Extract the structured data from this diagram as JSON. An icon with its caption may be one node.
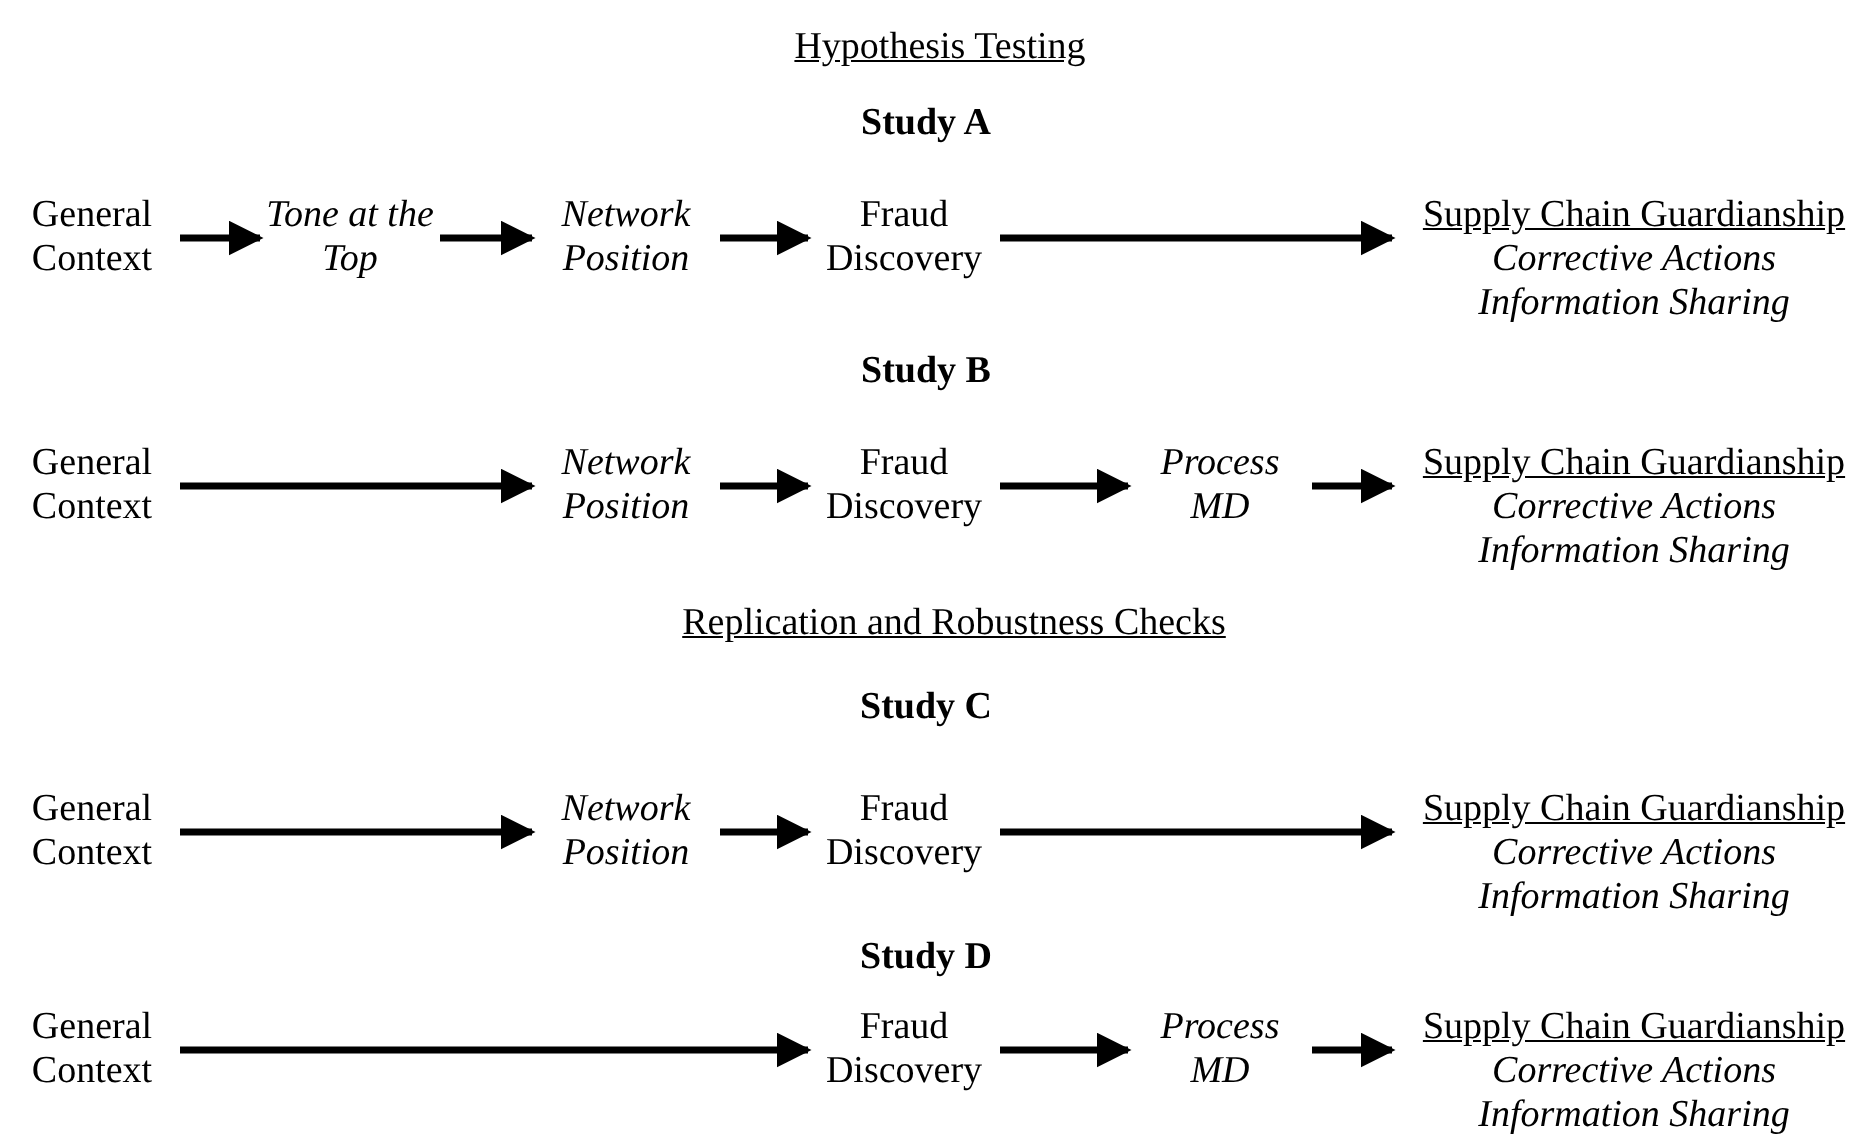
{
  "diagram": {
    "nodes": [
      {
        "text": [
          "General Context"
        ]
      },
      {
        "text": [
          "Tone at the Top"
        ]
      },
      {
        "text": [
          "Network Position"
        ]
      },
      {
        "text": [
          "Fraud Discovery"
        ]
      },
      {
        "text": [
          "Supply Chain Guardianship",
          "Corrective Actions",
          "Information Sharing"
        ]
      },
      {
        "text": [
          "General Context"
        ]
      },
      {
        "text": [
          "Network Position"
        ]
      },
      {
        "text": [
          "Fraud Discovery"
        ]
      },
      {
        "text": [
          "Process MD"
        ]
      },
      {
        "text": [
          "Supply Chain Guardianship",
          "Corrective Actions",
          "Information Sharing"
        ]
      },
      {
        "text": [
          "General Context"
        ]
      },
      {
        "text": [
          "Network Position"
        ]
      },
      {
        "text": [
          "Fraud Discovery"
        ]
      },
      {
        "text": [
          "Supply Chain Guardianship",
          "Corrective Actions",
          "Information Sharing"
        ]
      },
      {
        "text": [
          "General Context"
        ]
      },
      {
        "text": [
          "Fraud Discovery"
        ]
      },
      {
        "text": [
          "Process MD"
        ]
      },
      {
        "text": [
          "Supply Chain Guardianship",
          "Corrective Actions",
          "Information Sharing"
        ]
      }
    ],
    "edges": [
      {
        "from": 0,
        "to": 1,
        "arrow": "to"
      },
      {
        "from": 1,
        "to": 2,
        "arrow": "to"
      },
      {
        "from": 2,
        "to": 3,
        "arrow": "to"
      },
      {
        "from": 3,
        "to": 4,
        "arrow": "to"
      },
      {
        "from": 5,
        "to": 6,
        "arrow": "to"
      },
      {
        "from": 6,
        "to": 7,
        "arrow": "to"
      },
      {
        "from": 7,
        "to": 8,
        "arrow": "to"
      },
      {
        "from": 8,
        "to": 9,
        "arrow": "to"
      },
      {
        "from": 10,
        "to": 11,
        "arrow": "to"
      },
      {
        "from": 11,
        "to": 12,
        "arrow": "to"
      },
      {
        "from": 12,
        "to": 13,
        "arrow": "to"
      },
      {
        "from": 14,
        "to": 15,
        "arrow": "to"
      },
      {
        "from": 15,
        "to": 16,
        "arrow": "to"
      },
      {
        "from": 16,
        "to": 17,
        "arrow": "to"
      }
    ],
    "labels": [
      "Hypothesis Testing",
      "Study A",
      "Study B",
      "Replication and Robustness Checks",
      "Study C",
      "Study D"
    ]
  }
}
